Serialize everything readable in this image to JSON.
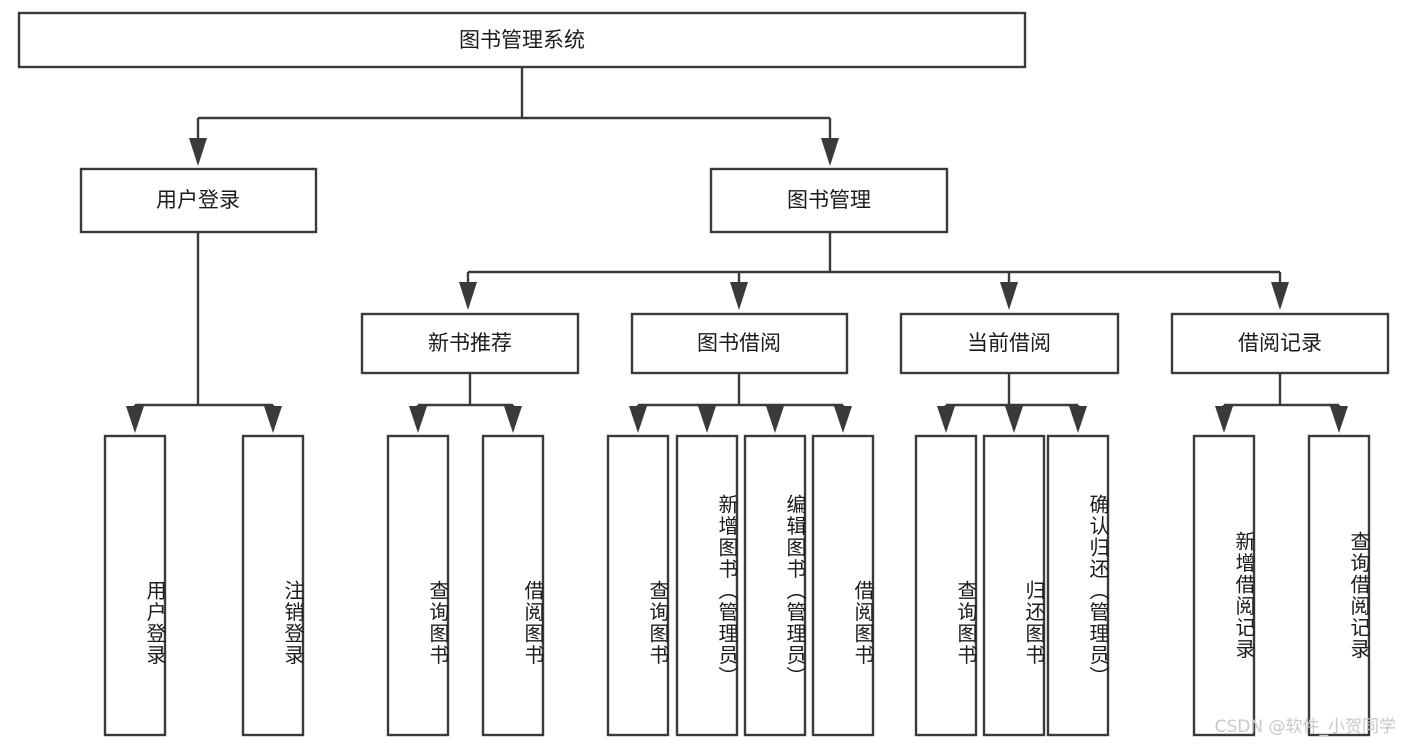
{
  "diagram": {
    "title": "图书管理系统",
    "type": "tree",
    "root": {
      "label": "图书管理系统",
      "id": "root"
    },
    "level2": [
      {
        "id": "user-login",
        "label": "用户登录"
      },
      {
        "id": "book-manage",
        "label": "图书管理"
      }
    ],
    "level3": [
      {
        "id": "new-book-rec",
        "label": "新书推荐",
        "parent": "book-manage"
      },
      {
        "id": "book-borrow",
        "label": "图书借阅",
        "parent": "book-manage"
      },
      {
        "id": "current-borrow",
        "label": "当前借阅",
        "parent": "book-manage"
      },
      {
        "id": "borrow-record",
        "label": "借阅记录",
        "parent": "book-manage"
      }
    ],
    "leaves": [
      {
        "id": "leaf-user-login",
        "label": "用户登录",
        "parent": "user-login"
      },
      {
        "id": "leaf-logout",
        "label": "注销登录",
        "parent": "user-login"
      },
      {
        "id": "leaf-query-book-1",
        "label": "查询图书",
        "parent": "new-book-rec"
      },
      {
        "id": "leaf-borrow-book-1",
        "label": "借阅图书",
        "parent": "new-book-rec"
      },
      {
        "id": "leaf-query-book-2",
        "label": "查询图书",
        "parent": "book-borrow"
      },
      {
        "id": "leaf-add-book",
        "label": "新增图书（管理员）",
        "parent": "book-borrow"
      },
      {
        "id": "leaf-edit-book",
        "label": "编辑图书（管理员）",
        "parent": "book-borrow"
      },
      {
        "id": "leaf-borrow-book-2",
        "label": "借阅图书",
        "parent": "book-borrow"
      },
      {
        "id": "leaf-query-book-3",
        "label": "查询图书",
        "parent": "current-borrow"
      },
      {
        "id": "leaf-return-book",
        "label": "归还图书",
        "parent": "current-borrow"
      },
      {
        "id": "leaf-confirm-return",
        "label": "确认归还（管理员）",
        "parent": "current-borrow"
      },
      {
        "id": "leaf-add-record",
        "label": "新增借阅记录",
        "parent": "borrow-record"
      },
      {
        "id": "leaf-query-record",
        "label": "查询借阅记录",
        "parent": "borrow-record"
      }
    ]
  },
  "watermark": {
    "text": "CSDN @软件_小贺同学",
    "color": "#c9c9c9"
  },
  "colors": {
    "stroke": "#3a3a3a",
    "box_fill": "#ffffff",
    "text": "#1b1b1b",
    "background": "#ffffff"
  }
}
